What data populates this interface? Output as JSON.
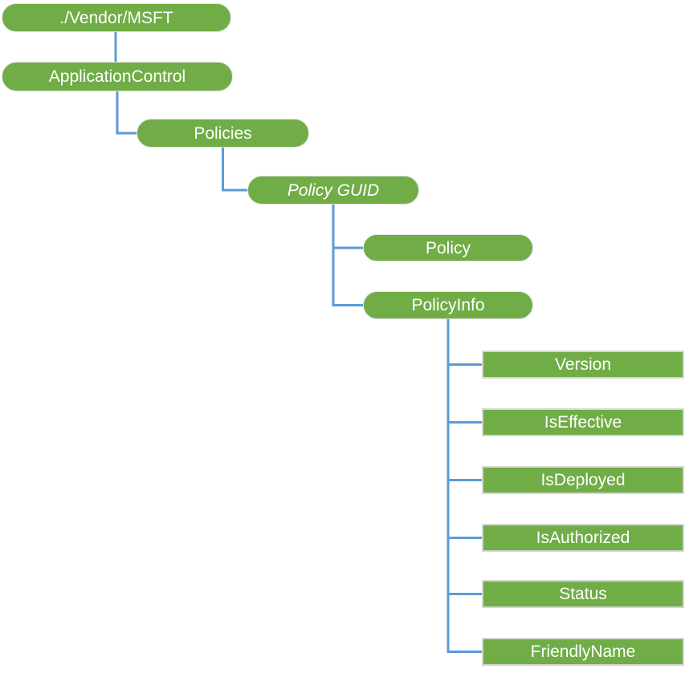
{
  "colors": {
    "node_fill": "#70AD47",
    "pill_border": "#E2E2E2",
    "rect_border": "#D6D6D6",
    "connector": "#5B9BD5",
    "label_text": "#FFFFFF",
    "background": "#FFFFFF"
  },
  "tree": {
    "label": "./Vendor/MSFT",
    "children": [
      {
        "label": "ApplicationControl",
        "children": [
          {
            "label": "Policies",
            "children": [
              {
                "label": "Policy GUID",
                "text_style": "italic",
                "children": [
                  {
                    "label": "Policy",
                    "children": []
                  },
                  {
                    "label": "PolicyInfo",
                    "children": [
                      {
                        "label": "Version"
                      },
                      {
                        "label": "IsEffective"
                      },
                      {
                        "label": "IsDeployed"
                      },
                      {
                        "label": "IsAuthorized"
                      },
                      {
                        "label": "Status"
                      },
                      {
                        "label": "FriendlyName"
                      }
                    ]
                  }
                ]
              }
            ]
          }
        ]
      }
    ]
  }
}
